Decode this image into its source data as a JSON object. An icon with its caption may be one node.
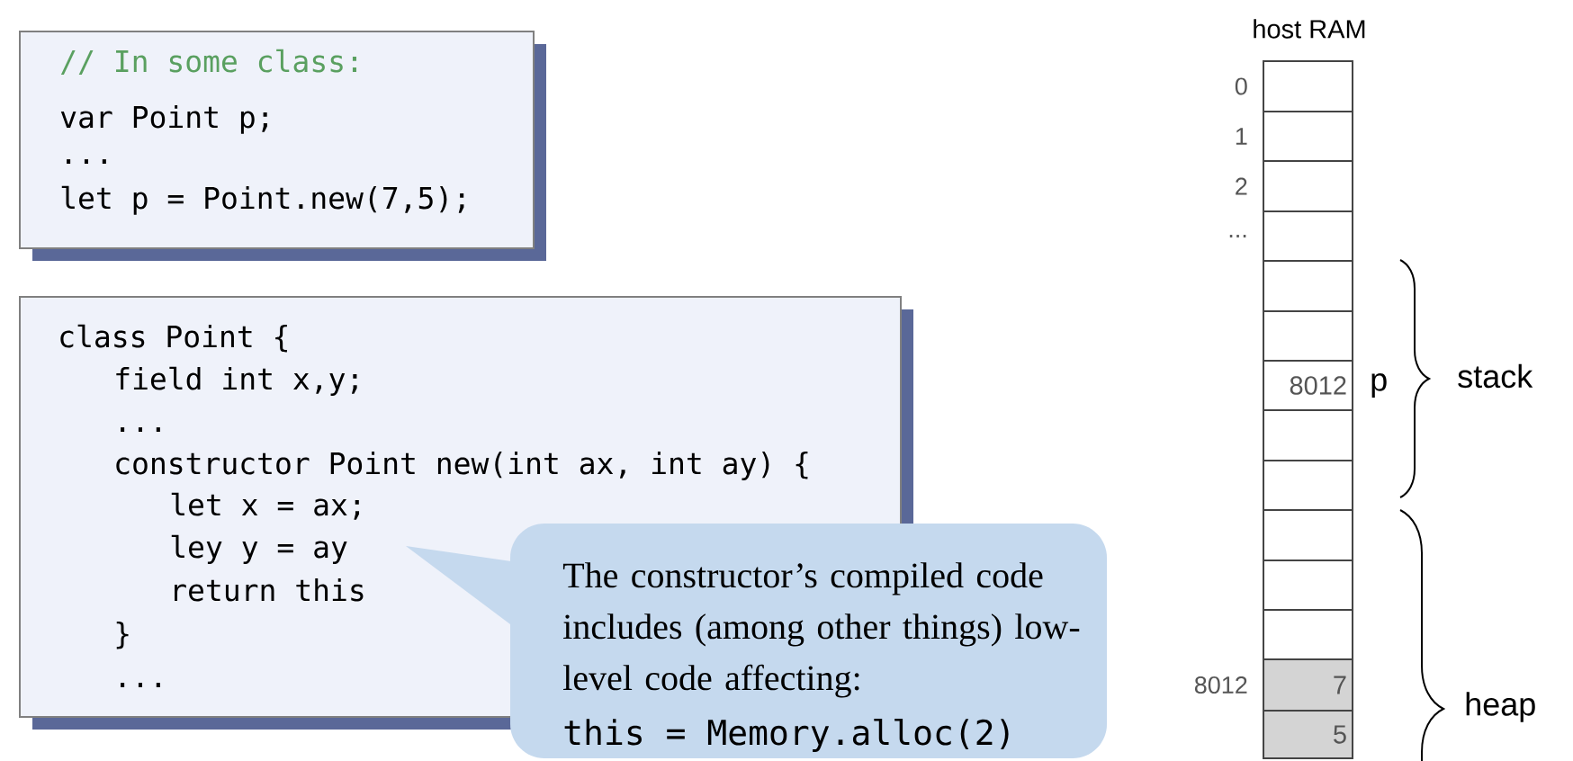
{
  "diagram": {
    "nodes": [
      {
        "text": [
          "// In some class:",
          "var Point p;",
          "...",
          "let p = Point.new(7,5);"
        ]
      },
      {
        "text": [
          "class Point {",
          "field int x,y;",
          "...",
          "constructor Point new(int ax, int ay) {",
          "let x = ax;",
          "ley y = ay",
          "return this",
          "}",
          "..."
        ]
      },
      {
        "text": [
          "The constructor’s compiled code includes (among other things) low-level code affecting:",
          "this = Memory.alloc(2)"
        ]
      },
      {
        "text": [],
        "shape": "box",
        "beside": [
          "0"
        ]
      },
      {
        "text": [],
        "shape": "box",
        "beside": [
          "1"
        ]
      },
      {
        "text": [],
        "shape": "box",
        "beside": [
          "2"
        ]
      },
      {
        "text": [],
        "shape": "box",
        "beside": [
          "..."
        ]
      },
      {
        "text": [],
        "shape": "box"
      },
      {
        "text": [],
        "shape": "box"
      },
      {
        "text": [
          "8012"
        ],
        "beside": [
          "p"
        ]
      },
      {
        "text": [],
        "shape": "box"
      },
      {
        "text": [],
        "shape": "box"
      },
      {
        "text": [],
        "shape": "box"
      },
      {
        "text": [],
        "shape": "box"
      },
      {
        "text": [],
        "shape": "box"
      },
      {
        "text": [
          "7"
        ],
        "beside": [
          "8012"
        ]
      },
      {
        "text": [
          "5"
        ]
      }
    ],
    "labels": [
      "host RAM",
      "stack",
      "heap"
    ]
  }
}
